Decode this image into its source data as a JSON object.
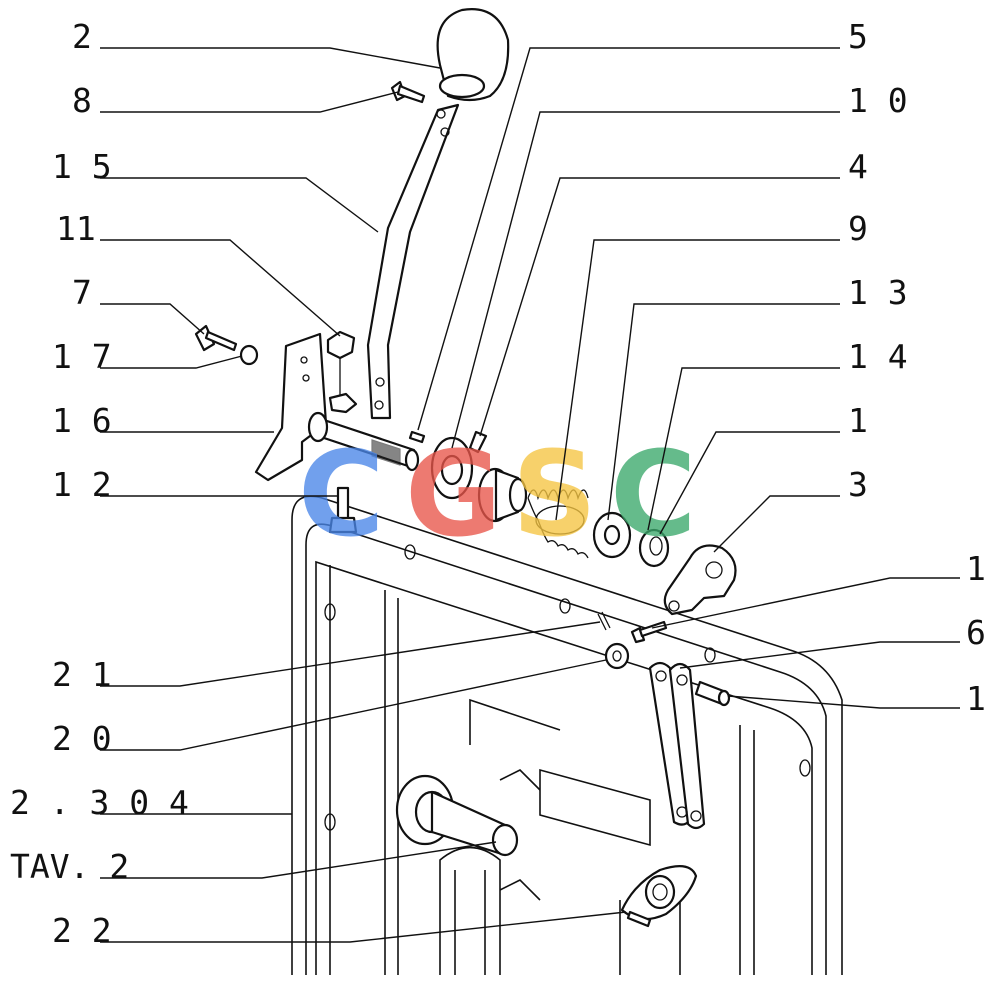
{
  "labels_left": [
    {
      "id": "l2",
      "text": "2"
    },
    {
      "id": "l8",
      "text": "8"
    },
    {
      "id": "l15",
      "text": "1 5"
    },
    {
      "id": "l11",
      "text": "11"
    },
    {
      "id": "l7",
      "text": "7"
    },
    {
      "id": "l17",
      "text": "1 7"
    },
    {
      "id": "l16",
      "text": "1 6"
    },
    {
      "id": "l12",
      "text": "1 2"
    },
    {
      "id": "l21",
      "text": "2 1"
    },
    {
      "id": "l20",
      "text": "2 0"
    },
    {
      "id": "lref",
      "text": "2 . 3 0 4"
    },
    {
      "id": "ltav",
      "text": "TAV. 2"
    },
    {
      "id": "l22",
      "text": "2 2"
    }
  ],
  "labels_right": [
    {
      "id": "r5",
      "text": "5"
    },
    {
      "id": "r10",
      "text": "1 0"
    },
    {
      "id": "r4",
      "text": "4"
    },
    {
      "id": "r9",
      "text": "9"
    },
    {
      "id": "r13",
      "text": "1 3"
    },
    {
      "id": "r14",
      "text": "1 4"
    },
    {
      "id": "r1a",
      "text": "1"
    },
    {
      "id": "r3",
      "text": "3"
    },
    {
      "id": "r1b",
      "text": "1"
    },
    {
      "id": "r6",
      "text": "6"
    },
    {
      "id": "r1c",
      "text": "1"
    }
  ],
  "watermark": {
    "text": "CGSC",
    "colors": [
      "#4a86e8",
      "#e8554a",
      "#f5c542",
      "#3aa86b"
    ]
  }
}
